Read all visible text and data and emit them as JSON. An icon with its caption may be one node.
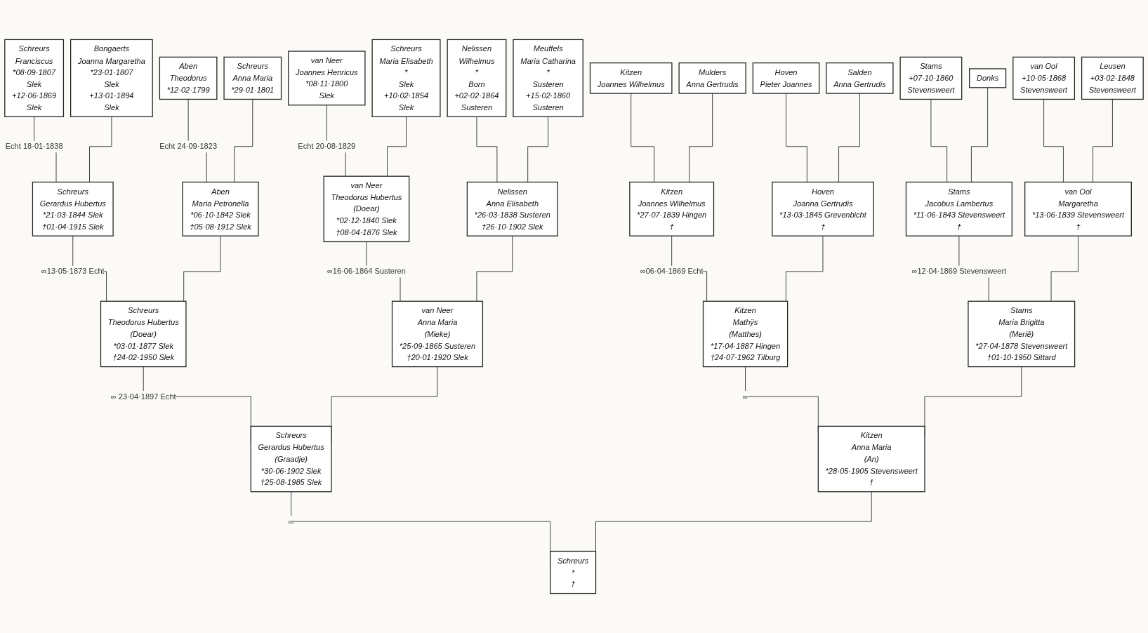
{
  "diagram": {
    "nodes": [
      {
        "text": [
          "Schreurs",
          "Franciscus",
          "*08·09·1807",
          "Slek",
          "+12·06·1869",
          "Slek"
        ]
      },
      {
        "text": [
          "Bongaerts",
          "Joanna Margaretha",
          "*23·01·1807",
          "Slek",
          "+13·01·1894",
          "Slek"
        ]
      },
      {
        "text": [
          "Aben",
          "Theodorus",
          "*12·02·1799"
        ]
      },
      {
        "text": [
          "Schreurs",
          "Anna Maria",
          "*29·01·1801"
        ]
      },
      {
        "text": [
          "van Neer",
          "Joannes Henricus",
          "*08·11·1800",
          "Slek"
        ]
      },
      {
        "text": [
          "Schreurs",
          "Maria Elisabeth",
          "*",
          "Slek",
          "+10·02·1854",
          "Slek"
        ]
      },
      {
        "text": [
          "Nelissen",
          "Wilhelmus",
          "*",
          "Born",
          "+02·02·1864",
          "Susteren"
        ]
      },
      {
        "text": [
          "Meuffels",
          "Maria Catharina",
          "*",
          "Susteren",
          "+15·02·1860",
          "Susteren"
        ]
      },
      {
        "text": [
          "Kitzen",
          "Joannes Wilhelmus"
        ]
      },
      {
        "text": [
          "Mulders",
          "Anna Gertrudis"
        ]
      },
      {
        "text": [
          "Hoven",
          "Pieter Joannes"
        ]
      },
      {
        "text": [
          "Salden",
          "Anna Gertrudis"
        ]
      },
      {
        "text": [
          "Stams",
          "+07·10·1860",
          "Stevensweert"
        ]
      },
      {
        "text": [
          "Donks"
        ]
      },
      {
        "text": [
          "van Ool",
          "+10·05·1868",
          "Stevensweert"
        ]
      },
      {
        "text": [
          "Leusen",
          "+03·02·1848",
          "Stevensweert"
        ]
      },
      {
        "text": [
          "Schreurs",
          "Gerardus Hubertus",
          "*21·03·1844 Slek",
          "†01·04·1915 Slek"
        ]
      },
      {
        "text": [
          "Aben",
          "Maria Petronella",
          "*06·10·1842 Slek",
          "†05·08·1912 Slek"
        ]
      },
      {
        "text": [
          "van Neer",
          "Theodorus Hubertus",
          "(Doear)",
          "*02·12·1840 Slek",
          "†08·04·1876 Slek"
        ]
      },
      {
        "text": [
          "Nelissen",
          "Anna Elisabeth",
          "*26·03·1838 Susteren",
          "†26·10·1902 Slek"
        ]
      },
      {
        "text": [
          "Kitzen",
          "Joannes Wilhelmus",
          "*27·07·1839 Hingen",
          "†"
        ]
      },
      {
        "text": [
          "Hoven",
          "Joanna Gertrudis",
          "*13·03·1845 Grevenbicht",
          "†"
        ]
      },
      {
        "text": [
          "Stams",
          "Jacobus Lambertus",
          "*11·06·1843 Stevensweert",
          "†"
        ]
      },
      {
        "text": [
          "van Ool",
          "Margaretha",
          "*13·06·1839 Stevensweert",
          "†"
        ]
      },
      {
        "text": [
          "Schreurs",
          "Theodorus Hubertus",
          "(Doear)",
          "*03·01·1877 Slek",
          "†24·02·1950 Slek"
        ]
      },
      {
        "text": [
          "van Neer",
          "Anna Maria",
          "(Mieke)",
          "*25·09·1865 Susteren",
          "†20·01·1920 Slek"
        ]
      },
      {
        "text": [
          "Kitzen",
          "Mathÿs",
          "(Matthes)",
          "*17·04·1887 Hingen",
          "†24·07·1962 Tilburg"
        ]
      },
      {
        "text": [
          "Stams",
          "Maria Brigitta",
          "(Meriê)",
          "*27·04·1878 Stevensweert",
          "†01·10·1950 Sittard"
        ]
      },
      {
        "text": [
          "Schreurs",
          "Gerardus Hubertus",
          "(Graadje)",
          "*30·06·1902 Slek",
          "†25·08·1985 Slek"
        ]
      },
      {
        "text": [
          "Kitzen",
          "Anna Maria",
          "(An)",
          "*28·05·1905 Stevensweert",
          "†"
        ]
      },
      {
        "text": [
          "Schreurs",
          "*",
          "†"
        ]
      }
    ],
    "edges": [
      {
        "from": 0,
        "to": 16,
        "arrow": "none",
        "label": "Echt 18·01·1838"
      },
      {
        "from": 1,
        "to": 16,
        "arrow": "none"
      },
      {
        "from": 2,
        "to": 17,
        "arrow": "none",
        "label": "Echt 24·09·1823"
      },
      {
        "from": 3,
        "to": 17,
        "arrow": "none"
      },
      {
        "from": 4,
        "to": 18,
        "arrow": "none",
        "label": "Echt 20·08·1829"
      },
      {
        "from": 5,
        "to": 18,
        "arrow": "none"
      },
      {
        "from": 6,
        "to": 19,
        "arrow": "none"
      },
      {
        "from": 7,
        "to": 19,
        "arrow": "none"
      },
      {
        "from": 8,
        "to": 20,
        "arrow": "none"
      },
      {
        "from": 9,
        "to": 20,
        "arrow": "none"
      },
      {
        "from": 10,
        "to": 21,
        "arrow": "none"
      },
      {
        "from": 11,
        "to": 21,
        "arrow": "none"
      },
      {
        "from": 12,
        "to": 22,
        "arrow": "none"
      },
      {
        "from": 13,
        "to": 22,
        "arrow": "none"
      },
      {
        "from": 14,
        "to": 23,
        "arrow": "none"
      },
      {
        "from": 15,
        "to": 23,
        "arrow": "none"
      },
      {
        "from": 16,
        "to": 24,
        "arrow": "none",
        "label": "∞13·05·1873 Echt"
      },
      {
        "from": 17,
        "to": 24,
        "arrow": "none"
      },
      {
        "from": 18,
        "to": 25,
        "arrow": "none",
        "label": "∞16·06·1864 Susteren"
      },
      {
        "from": 19,
        "to": 25,
        "arrow": "none"
      },
      {
        "from": 20,
        "to": 26,
        "arrow": "none",
        "label": "∞06·04·1869 Echt"
      },
      {
        "from": 21,
        "to": 26,
        "arrow": "none"
      },
      {
        "from": 22,
        "to": 27,
        "arrow": "none",
        "label": "∞12·04·1869 Stevensweert"
      },
      {
        "from": 23,
        "to": 27,
        "arrow": "none"
      },
      {
        "from": 24,
        "to": 28,
        "arrow": "none",
        "label": "∞ 23·04·1897 Echt"
      },
      {
        "from": 25,
        "to": 28,
        "arrow": "none"
      },
      {
        "from": 26,
        "to": 29,
        "arrow": "none",
        "label": "∞"
      },
      {
        "from": 27,
        "to": 29,
        "arrow": "none"
      },
      {
        "from": 28,
        "to": 30,
        "arrow": "none",
        "label": "∞"
      },
      {
        "from": 29,
        "to": 30,
        "arrow": "none"
      }
    ]
  }
}
